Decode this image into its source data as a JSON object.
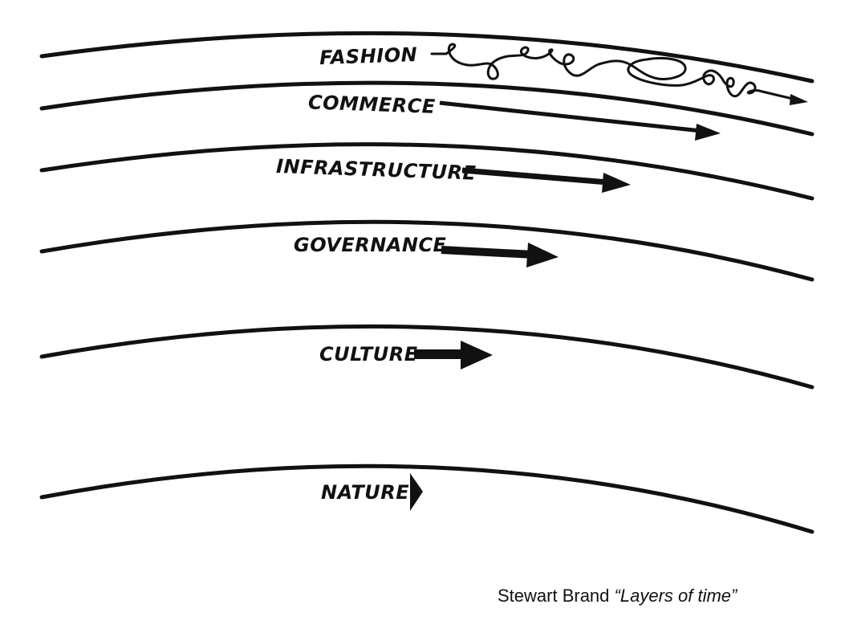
{
  "layers": [
    {
      "key": "fashion",
      "label": "FASHION"
    },
    {
      "key": "commerce",
      "label": "COMMERCE"
    },
    {
      "key": "infrastructure",
      "label": "INFRASTRUCTURE"
    },
    {
      "key": "governance",
      "label": "GOVERNANCE"
    },
    {
      "key": "culture",
      "label": "CULTURE"
    },
    {
      "key": "nature",
      "label": "NATURE"
    }
  ],
  "caption": {
    "author": "Stewart Brand",
    "title": "“Layers of time”"
  },
  "colors": {
    "ink": "#111111",
    "background": "#ffffff"
  }
}
